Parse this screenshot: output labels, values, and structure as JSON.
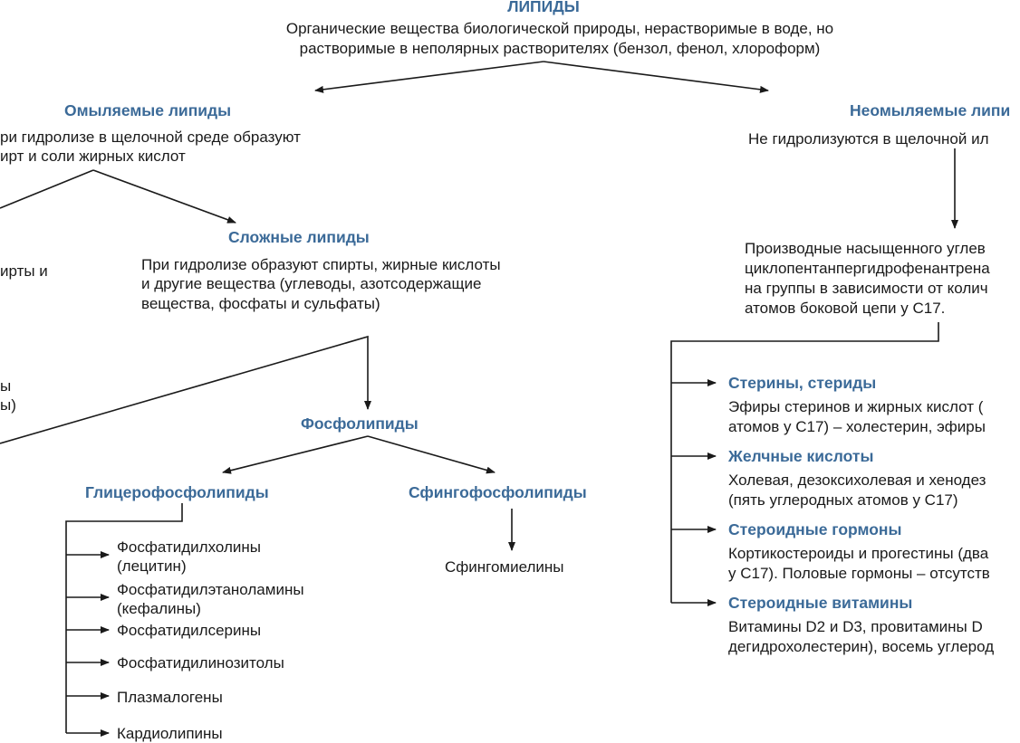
{
  "root": {
    "title": "ЛИПИДЫ",
    "definition": [
      "Органические вещества биологической природы, нерастворимые в воде, но",
      "растворимые в неполярных растворителях (бензол, фенол, хлороформ)"
    ]
  },
  "saponifiable": {
    "title": "Омыляемые липиды",
    "description": [
      "ри гидролизе в щелочной среде образуют",
      "ирт и соли жирных кислот"
    ],
    "simple_fragment": [
      "ирты и"
    ],
    "fragment_2": [
      "ы",
      "ы)"
    ]
  },
  "complex": {
    "title": "Сложные липиды",
    "description": [
      "При гидролизе образуют спирты, жирные кислоты",
      "и другие вещества (углеводы, азотсодержащие",
      "вещества, фосфаты и сульфаты)"
    ]
  },
  "phospholipids": {
    "title": "Фосфолипиды",
    "glycero": {
      "title": "Глицерофосфолипиды",
      "items": [
        [
          "Фосфатидилхолины",
          "(лецитин)"
        ],
        [
          "Фосфатидилэтаноламины",
          "(кефалины)"
        ],
        [
          "Фосфатидилсерины"
        ],
        [
          "Фосфатидилинозитолы"
        ],
        [
          "Плазмалогены"
        ],
        [
          "Кардиолипины"
        ]
      ]
    },
    "sphingo": {
      "title": "Сфингофосфолипиды",
      "items": [
        "Сфингомиелины"
      ]
    }
  },
  "unsaponifiable": {
    "title": "Неомыляемые липи",
    "description": [
      "Не гидролизуются в щелочной ил"
    ],
    "steroid_text": [
      "Производные насыщенного углев",
      "циклопентанпергидрофенантрена",
      "на группы в зависимости от колич",
      "атомов боковой цепи у С17."
    ],
    "groups": [
      {
        "title": "Стерины, стериды",
        "lines": [
          "Эфиры стеринов и жирных кислот (",
          "атомов у С17) – холестерин, эфиры"
        ]
      },
      {
        "title": "Желчные кислоты",
        "lines": [
          "Холевая, дезоксихолевая и хенодез",
          "(пять углеродных атомов у С17)"
        ]
      },
      {
        "title": "Стероидные гормоны",
        "lines": [
          "Кортикостероиды и прогестины (два",
          "у С17). Половые гормоны – отсутств"
        ]
      },
      {
        "title": "Стероидные витамины",
        "lines": [
          "Витамины D2 и D3, провитамины D",
          "дегидрохолестерин), восемь углерод"
        ]
      }
    ]
  }
}
